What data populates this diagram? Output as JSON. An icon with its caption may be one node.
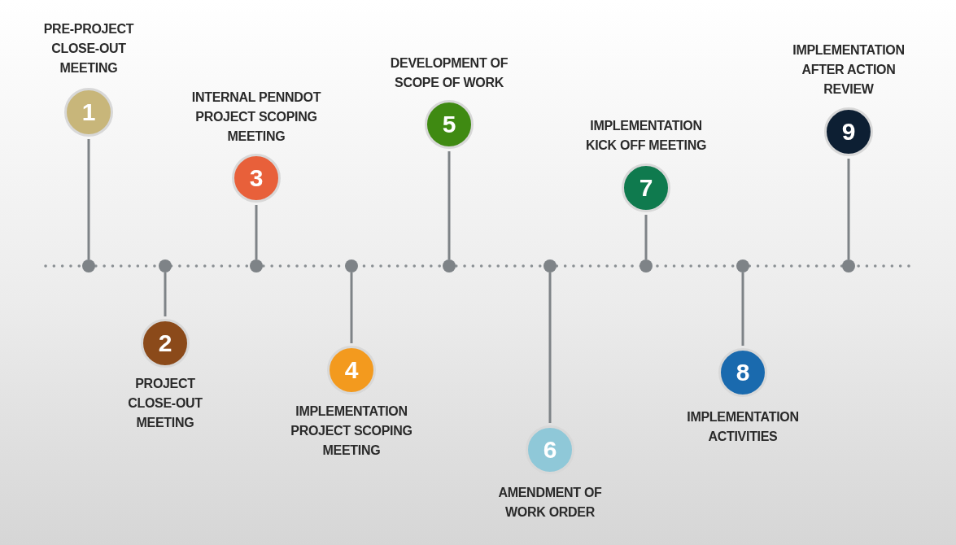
{
  "diagram": {
    "nodes": [
      {
        "text": [
          "1"
        ],
        "beside": [
          "PRE-PROJECT CLOSE-OUT MEETING"
        ]
      },
      {
        "text": [
          "2"
        ],
        "beside": [
          "PROJECT CLOSE-OUT MEETING"
        ]
      },
      {
        "text": [
          "3"
        ],
        "beside": [
          "INTERNAL PENNDOT PROJECT SCOPING MEETING"
        ]
      },
      {
        "text": [
          "4"
        ],
        "beside": [
          "IMPLEMENTATION PROJECT SCOPING MEETING"
        ]
      },
      {
        "text": [
          "5"
        ],
        "beside": [
          "DEVELOPMENT OF SCOPE OF WORK"
        ]
      },
      {
        "text": [
          "6"
        ],
        "beside": [
          "AMENDMENT OF WORK ORDER"
        ]
      },
      {
        "text": [
          "7"
        ],
        "beside": [
          "IMPLEMENTATION KICK OFF MEETING"
        ]
      },
      {
        "text": [
          "8"
        ],
        "beside": [
          "IMPLEMENTATION ACTIVITIES"
        ]
      },
      {
        "text": [
          "9"
        ],
        "beside": [
          "IMPLEMENTATION AFTER ACTION REVIEW"
        ]
      },
      {
        "text": [],
        "shape": "circle"
      },
      {
        "text": [],
        "shape": "circle"
      },
      {
        "text": [],
        "shape": "circle"
      },
      {
        "text": [],
        "shape": "circle"
      },
      {
        "text": [],
        "shape": "circle"
      },
      {
        "text": [],
        "shape": "circle"
      },
      {
        "text": [],
        "shape": "circle"
      },
      {
        "text": [],
        "shape": "circle"
      },
      {
        "text": [],
        "shape": "circle"
      }
    ],
    "edges": [
      {
        "from": 0,
        "to": 9,
        "arrow": "none"
      },
      {
        "from": 1,
        "to": 10,
        "arrow": "none"
      },
      {
        "from": 2,
        "to": 11,
        "arrow": "none"
      },
      {
        "from": 3,
        "to": 12,
        "arrow": "none"
      },
      {
        "from": 4,
        "to": 13,
        "arrow": "none"
      },
      {
        "from": 5,
        "to": 14,
        "arrow": "none"
      },
      {
        "from": 6,
        "to": 15,
        "arrow": "none"
      },
      {
        "from": 7,
        "to": 16,
        "arrow": "none"
      },
      {
        "from": 8,
        "to": 17,
        "arrow": "none"
      }
    ]
  }
}
